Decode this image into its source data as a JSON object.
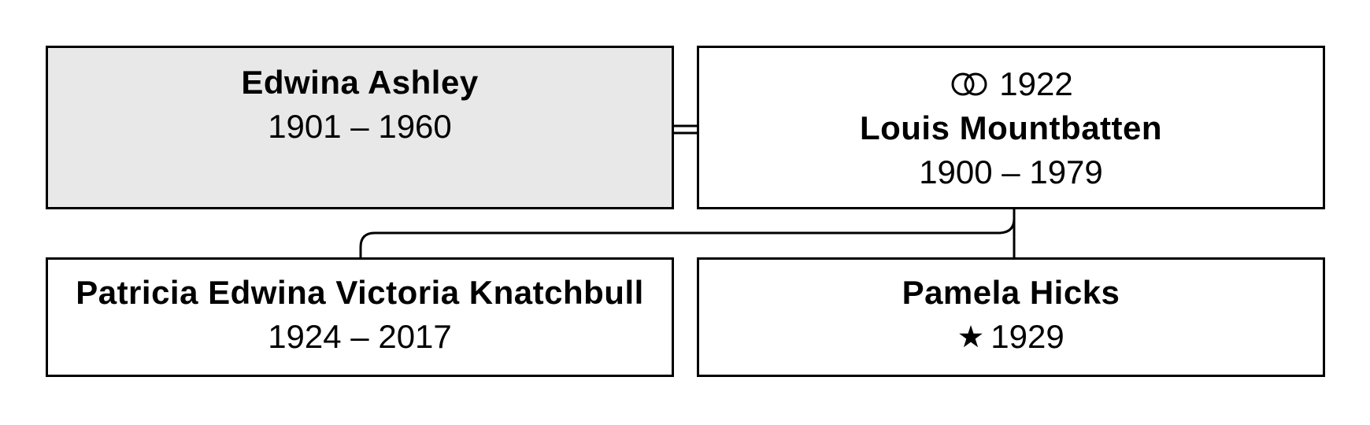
{
  "persons": {
    "edwina": {
      "name": "Edwina Ashley",
      "dates": "1901 – 1960"
    },
    "louis": {
      "marriage_year": "1922",
      "name": "Louis Mountbatten",
      "dates": "1900 – 1979"
    },
    "patricia": {
      "name": "Patricia Edwina Victoria Knatchbull",
      "dates": "1924 – 2017"
    },
    "pamela": {
      "name": "Pamela Hicks",
      "birth_year": "1929"
    }
  },
  "icons": {
    "marriage": "wedding-rings-icon",
    "birth": "star-icon"
  },
  "colors": {
    "spouse_fill": "#e8e8e8",
    "box_fill": "#ffffff",
    "line": "#000000"
  }
}
